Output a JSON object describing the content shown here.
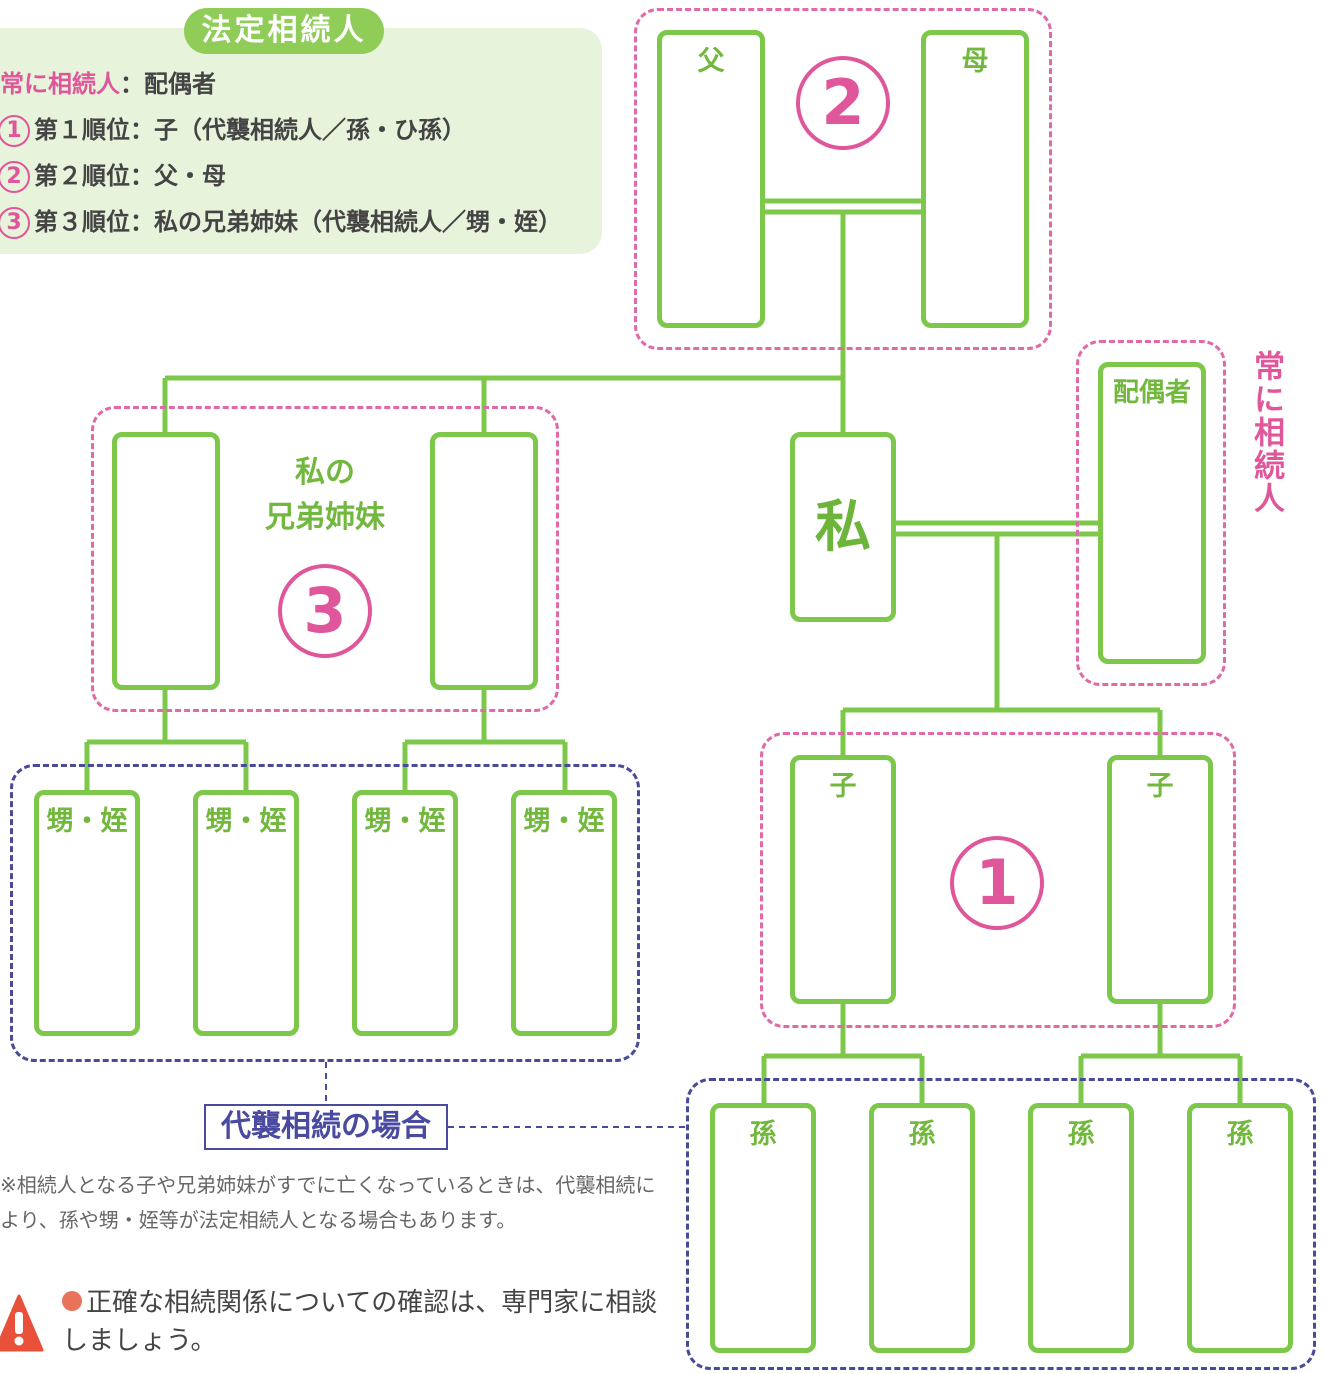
{
  "legend": {
    "title": "法定相続人",
    "always_label": "常に相続人",
    "always_value": "：配偶者",
    "rank1_num": "1",
    "rank1_text": "第１順位：子（代襲相続人／孫・ひ孫）",
    "rank2_num": "2",
    "rank2_text": "第２順位：父・母",
    "rank3_num": "3",
    "rank3_text": "第３順位：私の兄弟姉妹（代襲相続人／甥・姪）"
  },
  "parents": {
    "father": "父",
    "mother": "母",
    "number": "2"
  },
  "self": "私",
  "spouse": {
    "label": "配偶者",
    "always_heir": "常に相続人"
  },
  "siblings": {
    "label": "私の\n兄弟姉妹",
    "number": "3"
  },
  "nephews": [
    "甥・姪",
    "甥・姪",
    "甥・姪",
    "甥・姪"
  ],
  "children": {
    "labels": [
      "子",
      "子"
    ],
    "number": "1"
  },
  "grandchildren": [
    "孫",
    "孫",
    "孫",
    "孫"
  ],
  "daishu_label": "代襲相続の場合",
  "note": "※相続人となる子や兄弟姉妹がすでに亡くなっているときは、代襲相続により、孫や甥・姪等が法定相続人となる場合もあります。",
  "warning": "正確な相続関係についての確認は、専門家に相談しましょう。"
}
